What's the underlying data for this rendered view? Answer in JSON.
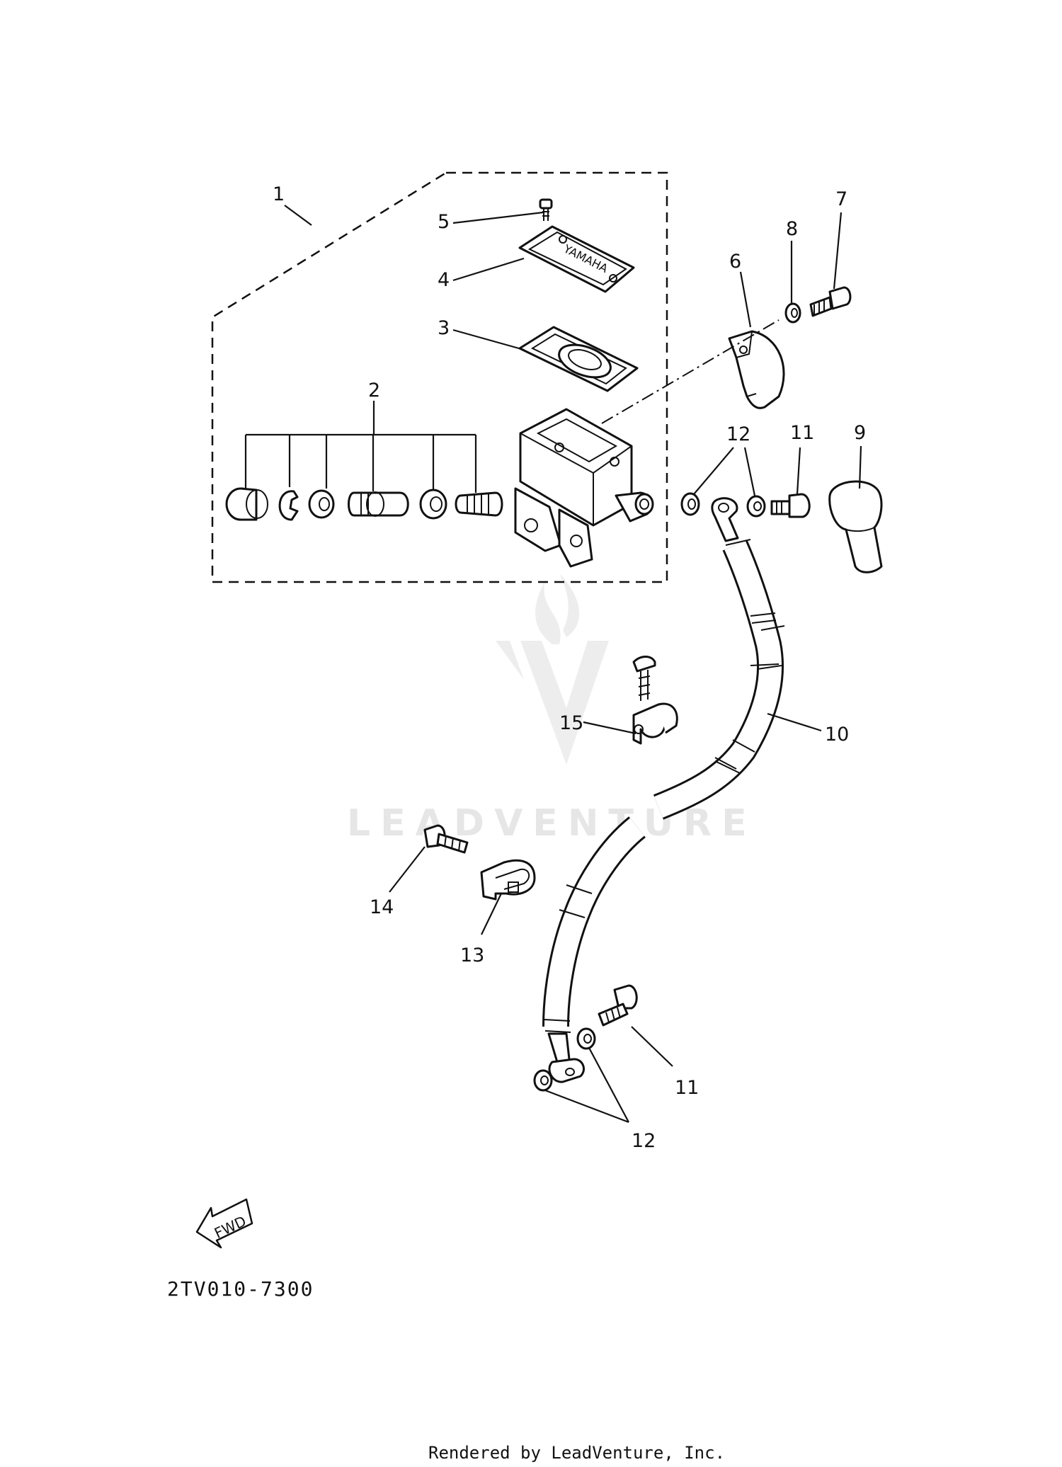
{
  "callouts": [
    "1",
    "2",
    "3",
    "4",
    "5",
    "6",
    "7",
    "8",
    "9",
    "10",
    "11",
    "11",
    "12",
    "12",
    "13",
    "14",
    "15"
  ],
  "brand_text": "YAMAHA",
  "watermark": "LEADVENTURE",
  "fwd_label": "FWD",
  "diagram_code": "2TV010-7300",
  "footer": "Rendered by LeadVenture, Inc."
}
